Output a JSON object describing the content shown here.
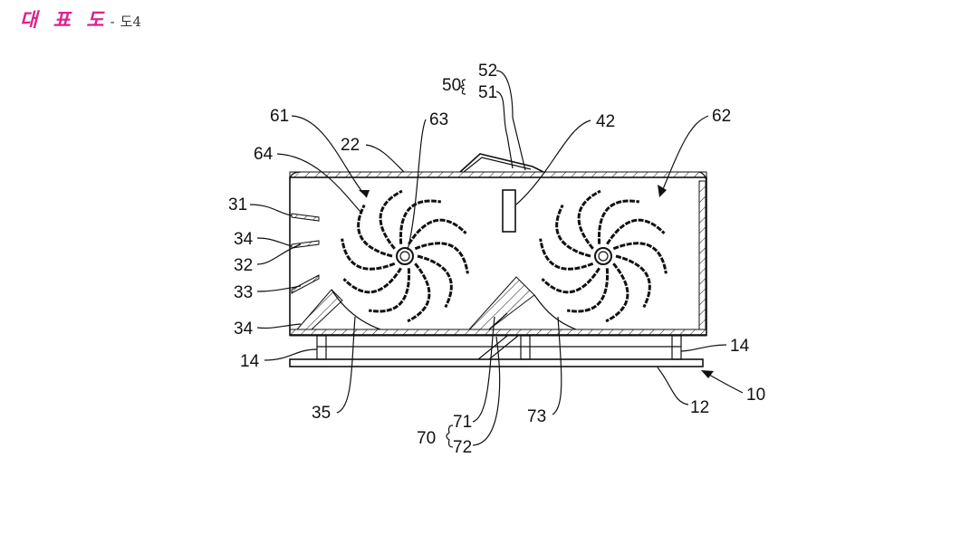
{
  "header": {
    "title": "대 표 도",
    "separator": "-",
    "figure": "도4"
  },
  "reference_numerals": {
    "n10": "10",
    "n12": "12",
    "n14a": "14",
    "n14b": "14",
    "n22": "22",
    "n31": "31",
    "n32": "32",
    "n33": "33",
    "n34a": "34",
    "n34b": "34",
    "n35": "35",
    "n42": "42",
    "n50": "50",
    "n51": "51",
    "n52": "52",
    "n61": "61",
    "n62": "62",
    "n63": "63",
    "n64": "64",
    "n70": "70",
    "n71": "71",
    "n72": "72",
    "n73": "73"
  },
  "colors": {
    "header_title": "#e0208c",
    "line": "#111111"
  }
}
